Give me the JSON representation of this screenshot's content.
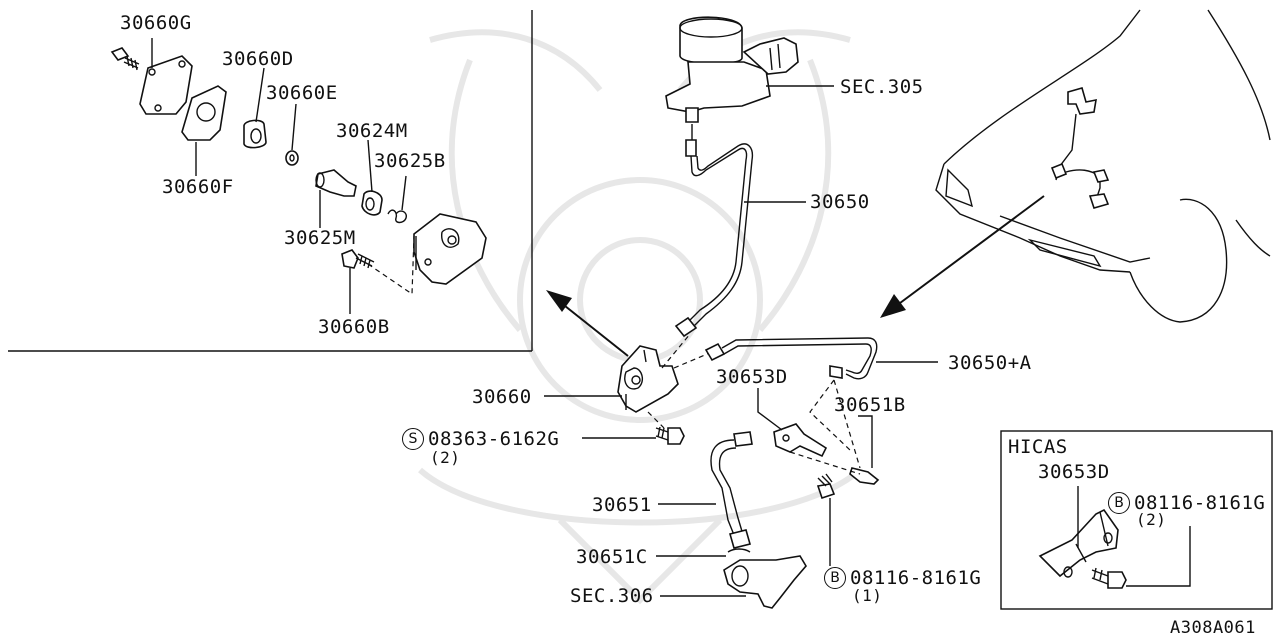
{
  "hicas_box": {
    "title": "HICAS"
  },
  "labels": {
    "p30660G": "30660G",
    "p30660D": "30660D",
    "p30660E": "30660E",
    "p30660F": "30660F",
    "p30624M": "30624M",
    "p30625B": "30625B",
    "p30625M": "30625M",
    "p30660B": "30660B",
    "sec305": "SEC.305",
    "p30650": "30650",
    "p30650A": "30650+A",
    "p30653D": "30653D",
    "p30651B": "30651B",
    "p30660": "30660",
    "s_bolt": "08363-6162G",
    "s_bolt_qty": "(2)",
    "p30651": "30651",
    "p30651C": "30651C",
    "sec306": "SEC.306",
    "b_bolt1": "08116-8161G",
    "b_bolt1_qty": "(1)",
    "hicas_30653D": "30653D",
    "b_bolt2": "08116-8161G",
    "b_bolt2_qty": "(2)",
    "figure_code": "A308A061"
  },
  "markers": {
    "s": "S",
    "b": "B"
  }
}
